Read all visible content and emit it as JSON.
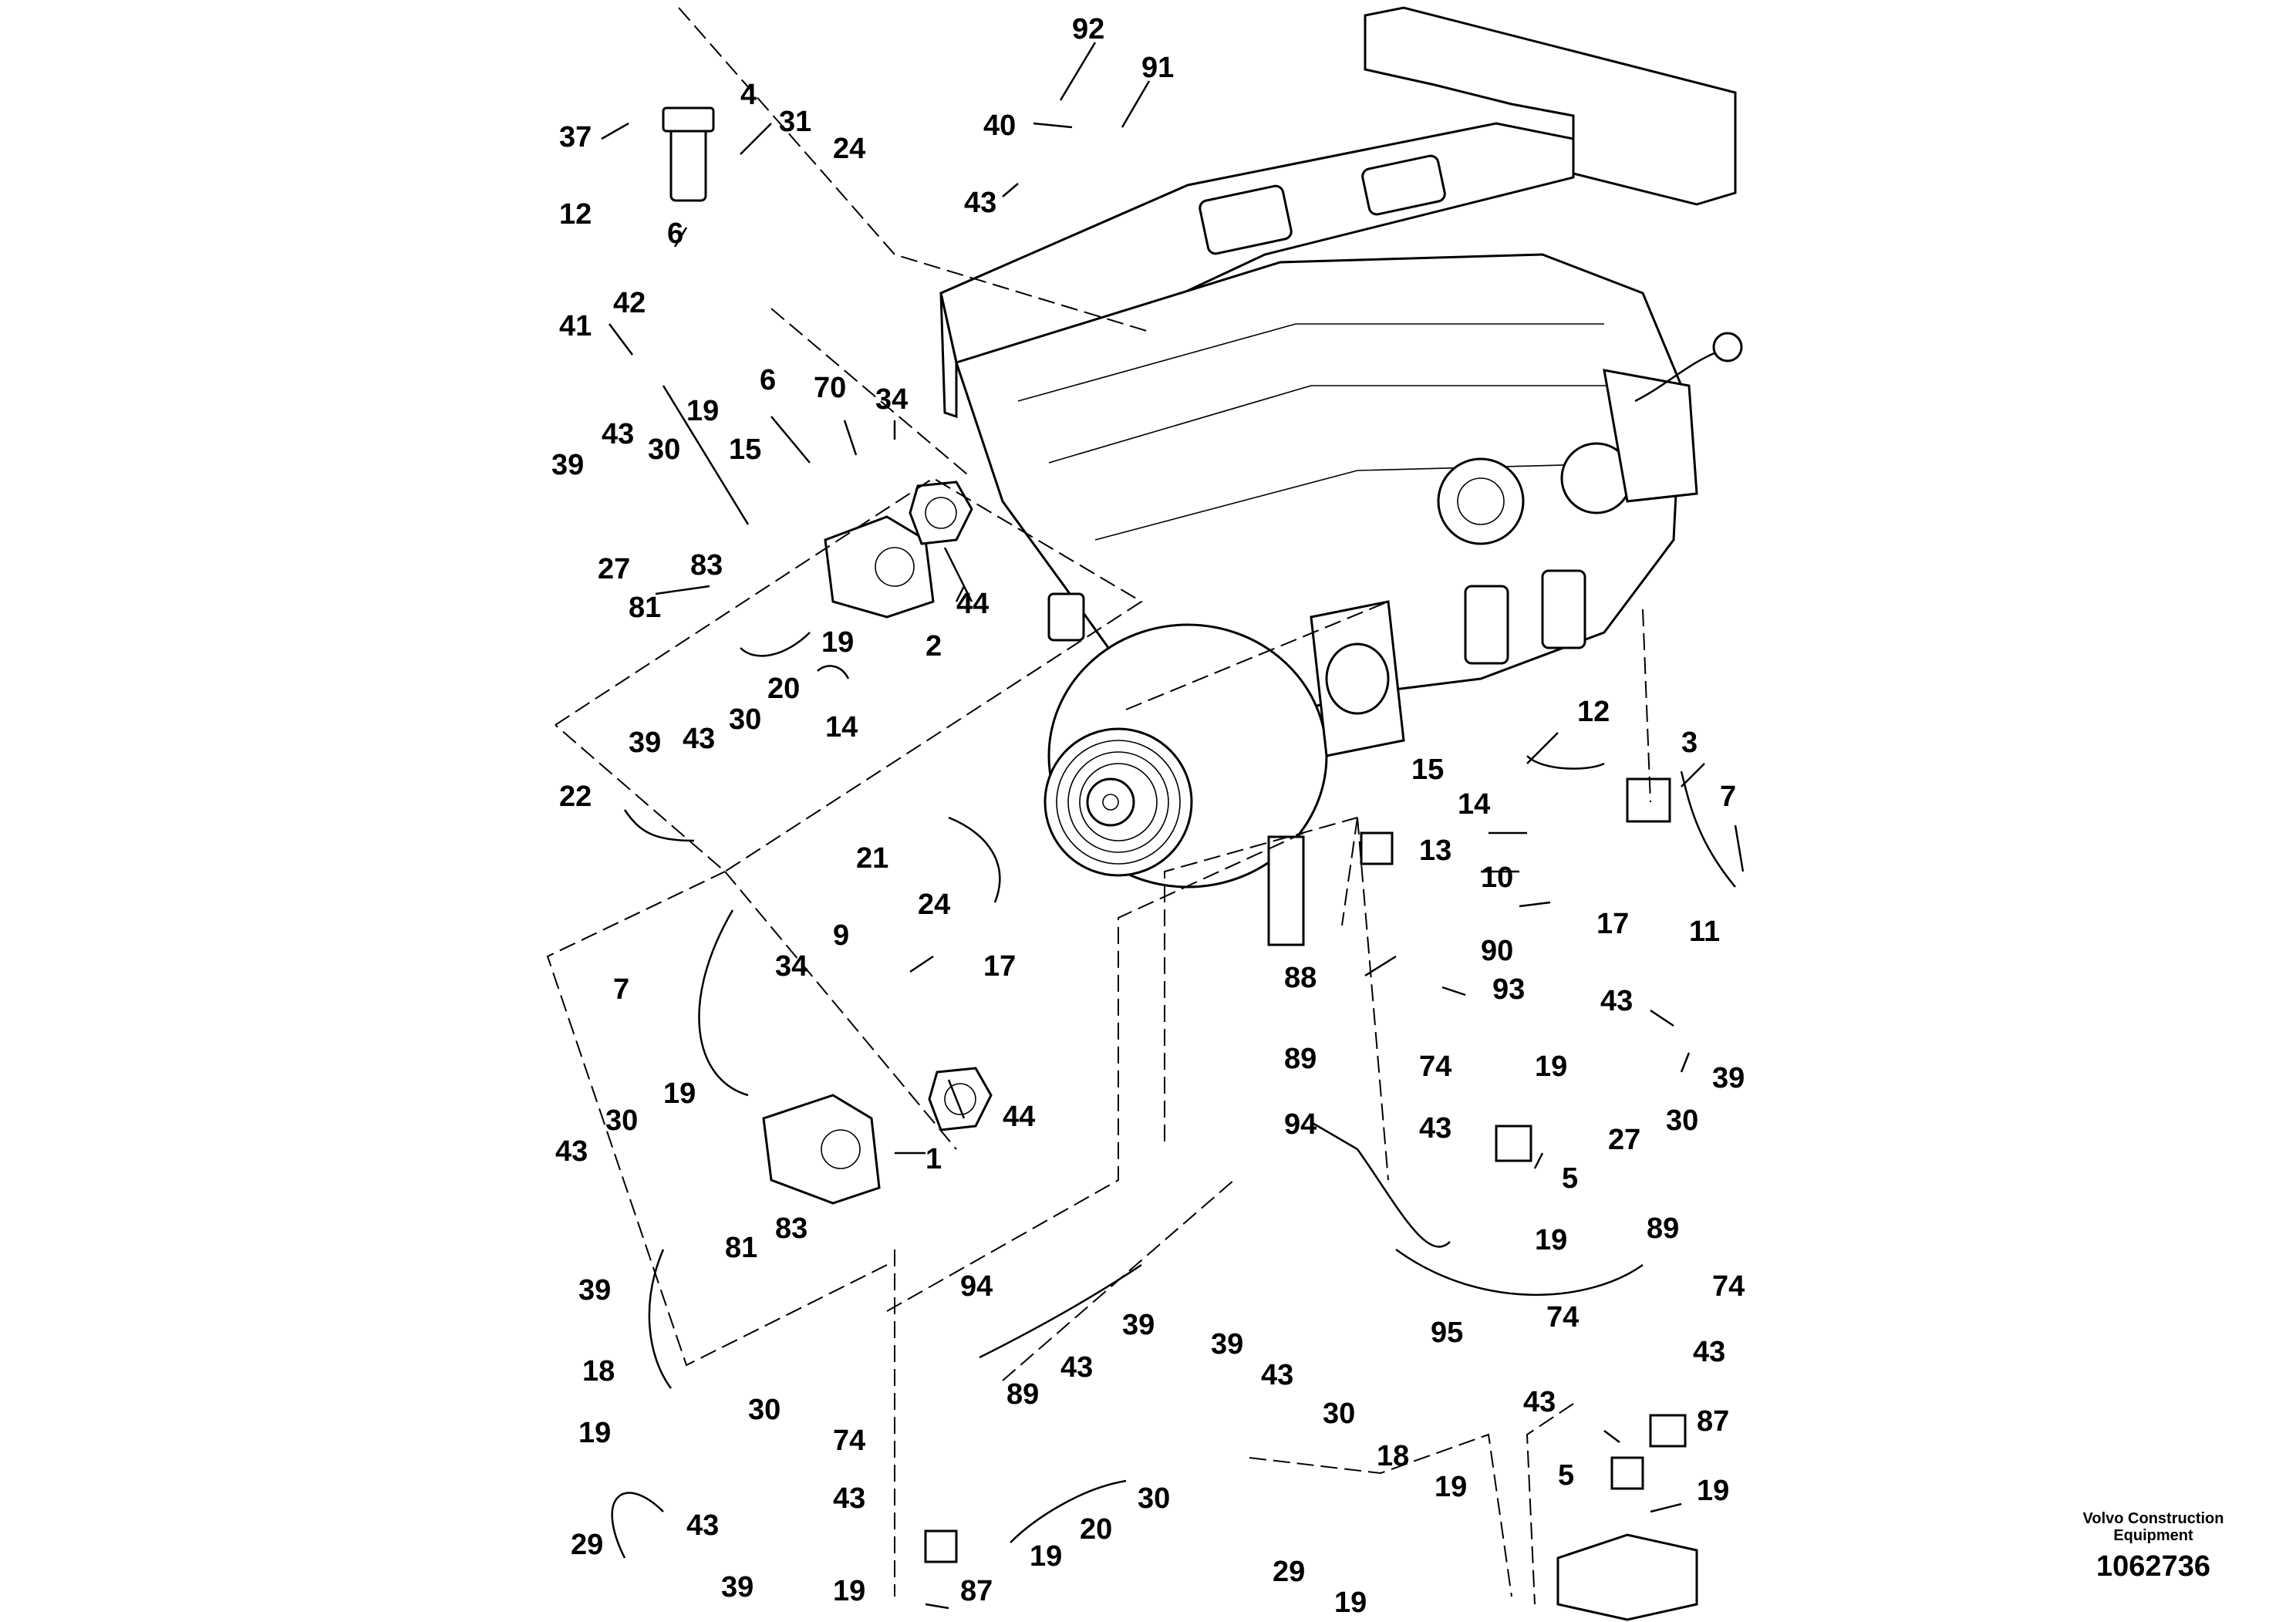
{
  "callouts": [
    {
      "label": "92"
    },
    {
      "label": "91"
    },
    {
      "label": "40"
    },
    {
      "label": "43"
    },
    {
      "label": "37"
    },
    {
      "label": "4"
    },
    {
      "label": "31"
    },
    {
      "label": "24"
    },
    {
      "label": "12"
    },
    {
      "label": "6"
    },
    {
      "label": "41"
    },
    {
      "label": "42"
    },
    {
      "label": "6"
    },
    {
      "label": "70"
    },
    {
      "label": "34"
    },
    {
      "label": "39"
    },
    {
      "label": "43"
    },
    {
      "label": "30"
    },
    {
      "label": "19"
    },
    {
      "label": "15"
    },
    {
      "label": "27"
    },
    {
      "label": "83"
    },
    {
      "label": "81"
    },
    {
      "label": "44"
    },
    {
      "label": "2"
    },
    {
      "label": "19"
    },
    {
      "label": "20"
    },
    {
      "label": "30"
    },
    {
      "label": "14"
    },
    {
      "label": "39"
    },
    {
      "label": "43"
    },
    {
      "label": "22"
    },
    {
      "label": "21"
    },
    {
      "label": "12"
    },
    {
      "label": "3"
    },
    {
      "label": "15"
    },
    {
      "label": "14"
    },
    {
      "label": "7"
    },
    {
      "label": "13"
    },
    {
      "label": "10"
    },
    {
      "label": "17"
    },
    {
      "label": "11"
    },
    {
      "label": "24"
    },
    {
      "label": "9"
    },
    {
      "label": "34"
    },
    {
      "label": "17"
    },
    {
      "label": "7"
    },
    {
      "label": "44"
    },
    {
      "label": "1"
    },
    {
      "label": "19"
    },
    {
      "label": "30"
    },
    {
      "label": "43"
    },
    {
      "label": "81"
    },
    {
      "label": "83"
    },
    {
      "label": "39"
    },
    {
      "label": "18"
    },
    {
      "label": "90"
    },
    {
      "label": "88"
    },
    {
      "label": "93"
    },
    {
      "label": "89"
    },
    {
      "label": "94"
    },
    {
      "label": "43"
    },
    {
      "label": "74"
    },
    {
      "label": "19"
    },
    {
      "label": "39"
    },
    {
      "label": "43"
    },
    {
      "label": "30"
    },
    {
      "label": "27"
    },
    {
      "label": "5"
    },
    {
      "label": "19"
    },
    {
      "label": "89"
    },
    {
      "label": "74"
    },
    {
      "label": "95"
    },
    {
      "label": "74"
    },
    {
      "label": "43"
    },
    {
      "label": "43"
    },
    {
      "label": "87"
    },
    {
      "label": "5"
    },
    {
      "label": "19"
    },
    {
      "label": "94"
    },
    {
      "label": "39"
    },
    {
      "label": "43"
    },
    {
      "label": "89"
    },
    {
      "label": "74"
    },
    {
      "label": "43"
    },
    {
      "label": "30"
    },
    {
      "label": "20"
    },
    {
      "label": "19"
    },
    {
      "label": "19"
    },
    {
      "label": "87"
    },
    {
      "label": "39"
    },
    {
      "label": "43"
    },
    {
      "label": "30"
    },
    {
      "label": "18"
    },
    {
      "label": "19"
    },
    {
      "label": "29"
    },
    {
      "label": "19"
    },
    {
      "label": "19"
    },
    {
      "label": "30"
    },
    {
      "label": "43"
    },
    {
      "label": "29"
    },
    {
      "label": "39"
    }
  ],
  "footer": {
    "manufacturer": "Volvo Construction Equipment",
    "document_number": "1062736"
  }
}
